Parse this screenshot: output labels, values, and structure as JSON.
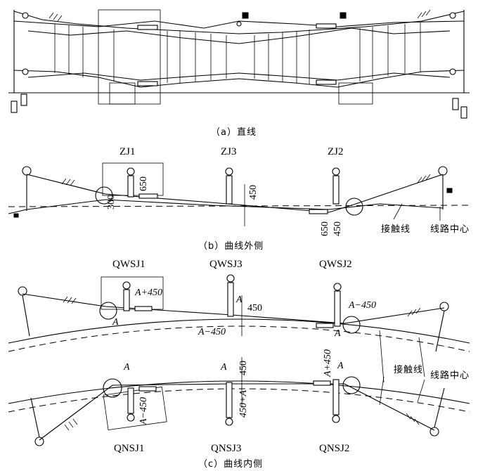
{
  "captions": {
    "a": "（a）直线",
    "b": "（b）曲线外侧",
    "c": "（c）曲线内侧"
  },
  "panel_b": {
    "labels": {
      "zj1": "ZJ1",
      "zj3": "ZJ3",
      "zj2": "ZJ2"
    },
    "dims": {
      "d650a": "650",
      "d300": "300",
      "d450": "450",
      "d650b": "650",
      "d450b": "450"
    },
    "annot": {
      "contact": "接触线",
      "center": "线路中心"
    }
  },
  "panel_c": {
    "labels": {
      "qwsj1": "QWSJ1",
      "qwsj3": "QWSJ3",
      "qwsj2": "QWSJ2",
      "qnsj1": "QNSJ1",
      "qnsj3": "QNSJ3",
      "qnsj2": "QNSJ2"
    },
    "dims": {
      "ap450": "A+450",
      "a1": "A",
      "a2": "A",
      "d450": "450",
      "am450": "A−450",
      "am450b": "A−450",
      "a3": "A",
      "a4": "A",
      "am450c": "A−450",
      "a5": "A",
      "d450c": "450",
      "d450pa": "450+A",
      "ap450b": "A+450",
      "a6": "A"
    },
    "annot": {
      "contact": "接触线",
      "center": "线路中心"
    }
  }
}
